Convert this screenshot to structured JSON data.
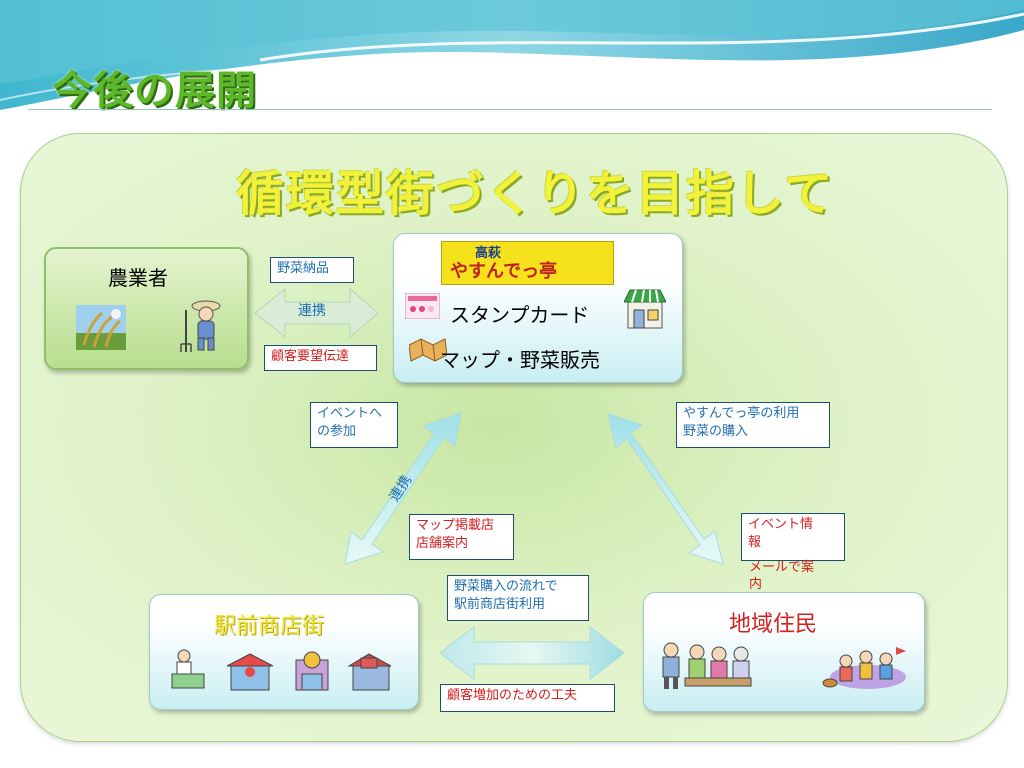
{
  "slide": {
    "title": "今後の展開",
    "main_title": "循環型街づくりを目指して"
  },
  "nodes": {
    "farmer": {
      "label": "農業者"
    },
    "yasundettei": {
      "sign_text": "やすんでっ亭",
      "sign_top": "高萩",
      "line1": "スタンプカード",
      "line2": "マップ・野菜販売"
    },
    "shotengai": {
      "label": "駅前商店街"
    },
    "jumin": {
      "label": "地域住民"
    }
  },
  "edges": {
    "farmer_yasun": {
      "top_note": "野菜納品",
      "arrow_label": "連携",
      "bottom_note": "顧客要望伝達"
    },
    "yasun_shotengai": {
      "note_blue_1": "イベントへ",
      "note_blue_2": "の参加",
      "arrow_label": "連携",
      "note_red_1": "マップ掲載店",
      "note_red_2": "店舗案内"
    },
    "yasun_jumin": {
      "note_blue_1": "やすんでっ亭の利用",
      "note_blue_2": "野菜の購入",
      "note_red_1": "イベント情",
      "note_red_2": "報",
      "note_red_3": "メールで案",
      "note_red_4": "内"
    },
    "shotengai_jumin": {
      "note_blue_1": "野菜購入の流れで",
      "note_blue_2": "駅前商店街利用",
      "note_red": "顧客増加のための工夫"
    }
  },
  "colors": {
    "title_green": "#5cb82a",
    "main_title_yellow": "#f2f23a",
    "note_blue": "#1f6fb0",
    "note_red": "#d42020",
    "shotengai_label": "#f3e73a",
    "jumin_label": "#d42020"
  }
}
